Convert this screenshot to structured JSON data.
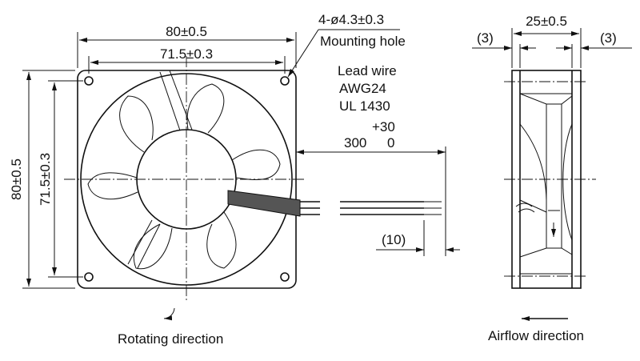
{
  "front_view": {
    "dim_outer_width": "80±0.5",
    "dim_hole_pitch_width": "71.5±0.3",
    "dim_outer_height": "80±0.5",
    "dim_hole_pitch_height": "71.5±0.3",
    "mounting_hole_spec": "4-ø4.3±0.3",
    "mounting_hole_label": "Mounting hole",
    "lead_wire_label": "Lead wire",
    "lead_wire_gauge": "AWG24",
    "lead_wire_standard": "UL 1430",
    "lead_length_tolerance_upper": "+30",
    "lead_length": "300",
    "lead_length_tolerance_lower": "0",
    "strip_length": "(10)",
    "rotation_label": "Rotating direction"
  },
  "side_view": {
    "dim_depth": "25±0.5",
    "flange_left": "(3)",
    "flange_right": "(3)",
    "airflow_label": "Airflow direction"
  }
}
